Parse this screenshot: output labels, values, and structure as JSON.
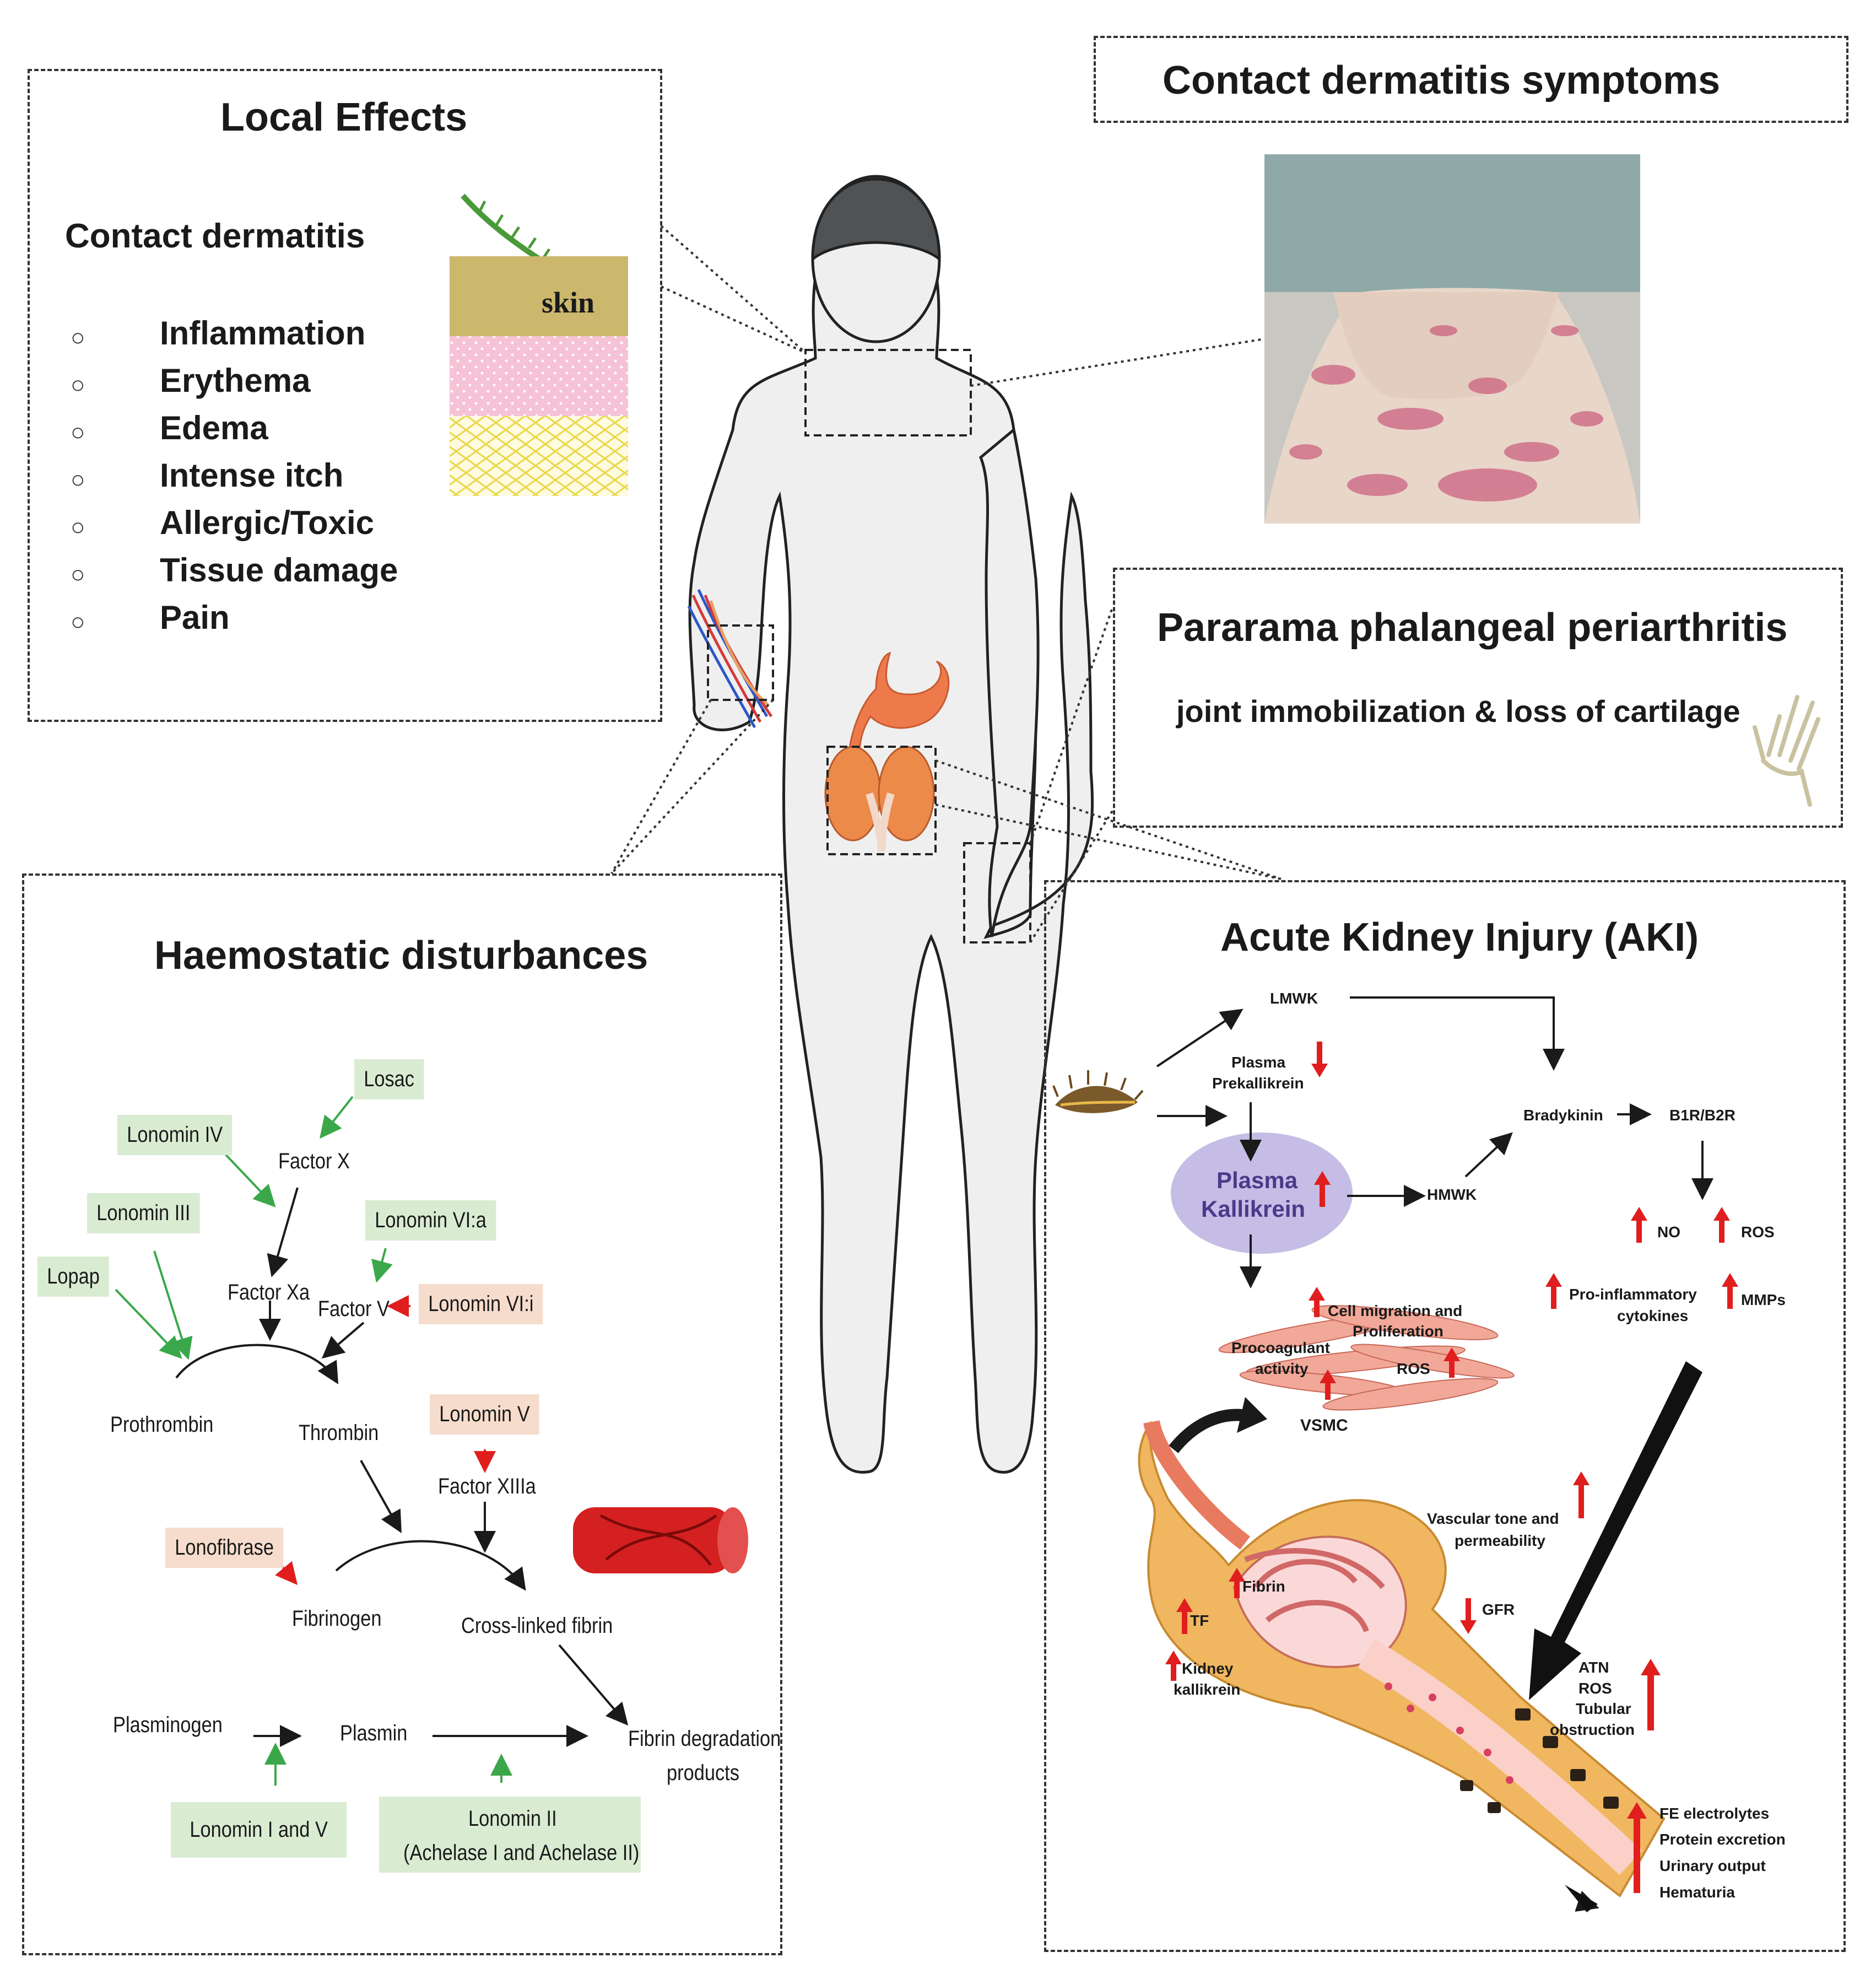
{
  "local_effects": {
    "title": "Local Effects",
    "subtitle": "Contact dermatitis",
    "skin_label": "skin",
    "bullet_symbol": "○",
    "items": [
      "Inflammation",
      "Erythema",
      "Edema",
      "Intense itch",
      "Allergic/Toxic",
      "Tissue damage",
      "Pain"
    ]
  },
  "contact_dermatitis_symptoms": {
    "title": "Contact dermatitis symptoms"
  },
  "periarthritis": {
    "title": "Pararama phalangeal periarthritis",
    "description": "joint immobilization & loss of cartilage"
  },
  "haemostatic": {
    "title": "Haemostatic disturbances",
    "nodes": {
      "losac": "Losac",
      "lonomin_iv": "Lonomin IV",
      "factor_x": "Factor X",
      "lonomin_iii": "Lonomin III",
      "lonomin_via": "Lonomin VI:a",
      "lopap": "Lopap",
      "factor_xa": "Factor Xa",
      "factor_v": "Factor V",
      "lonomin_vii": "Lonomin VI:i",
      "prothrombin": "Prothrombin",
      "thrombin": "Thrombin",
      "lonomin_v": "Lonomin V",
      "factor_xiiia": "Factor XIIIa",
      "lonofibrase": "Lonofibrase",
      "fibrinogen": "Fibrinogen",
      "crosslinked": "Cross-linked fibrin",
      "plasminogen": "Plasminogen",
      "plasmin": "Plasmin",
      "fdp_line1": "Fibrin degradation",
      "fdp_line2": "products",
      "lonomin_i_v": "Lonomin I and V",
      "lonomin_ii_line1": "Lonomin II",
      "lonomin_ii_line2": "(Achelase I and Achelase II)"
    }
  },
  "aki": {
    "title": "Acute Kidney Injury (AKI)",
    "lmwk": "LMWK",
    "plasma_prekallikrein_1": "Plasma",
    "plasma_prekallikrein_2": "Prekallikrein",
    "plasma_kallikrein_1": "Plasma",
    "plasma_kallikrein_2": "Kallikrein",
    "hmwk": "HMWK",
    "bradykinin": "Bradykinin",
    "b1r_b2r": "B1R/B2R",
    "no": "NO",
    "ros": "ROS",
    "proinflam_1": "Pro-inflammatory",
    "proinflam_2": "cytokines",
    "mmps": "MMPs",
    "cell_migration_1": "Cell migration and",
    "cell_migration_2": "Proliferation",
    "procoag_1": "Procoagulant",
    "procoag_2": "activity",
    "ros_vsmc": "ROS",
    "vsmc": "VSMC",
    "vascular_1": "Vascular tone and",
    "vascular_2": "permeability",
    "fibrin": "Fibrin",
    "tf": "TF",
    "kidney_kallikrein_1": "Kidney",
    "kidney_kallikrein_2": "kallikrein",
    "gfr": "GFR",
    "atn": "ATN",
    "ros_tubular": "ROS",
    "tubular_1": "Tubular",
    "tubular_2": "obstruction",
    "fe_electrolytes": "FE electrolytes",
    "protein_excretion": "Protein excretion",
    "urinary_output": "Urinary output",
    "hematuria": "Hematuria"
  },
  "colors": {
    "up_arrow": "#e01e1e",
    "green_label": "#d9ecd2",
    "pink_label": "#f6dccc",
    "kallikrein_blob": "#c6bde6",
    "body_fill": "#efefef"
  }
}
